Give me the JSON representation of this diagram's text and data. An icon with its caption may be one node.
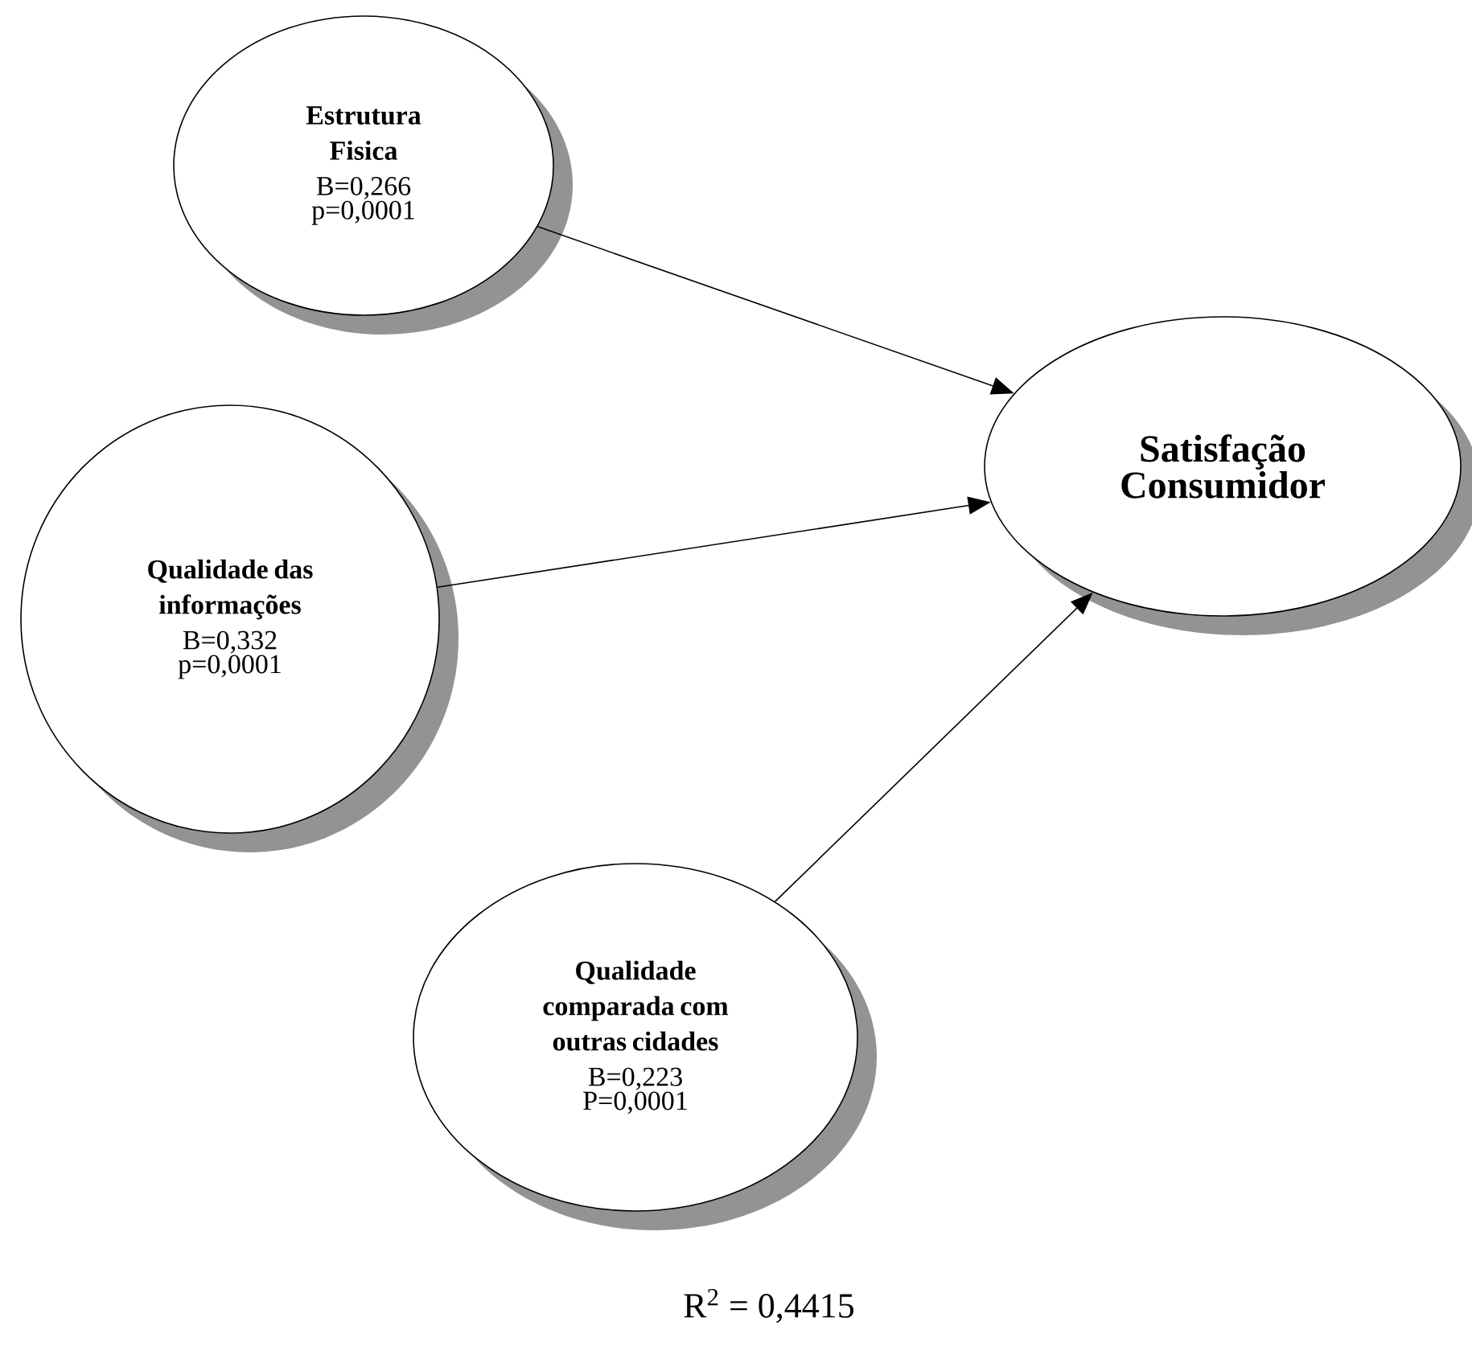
{
  "diagram": {
    "nodes": [
      {
        "text": [
          "Estrutura Fisica",
          "B=0,266",
          "p=0,0001"
        ]
      },
      {
        "text": [
          "Qualidade das informações",
          "B=0,332",
          "p=0,0001"
        ]
      },
      {
        "text": [
          "Qualidade comparada com outras cidades",
          "B=0,223",
          "P=0,0001"
        ]
      },
      {
        "text": [
          "Satisfação Consumidor"
        ]
      }
    ],
    "edges": [
      {
        "from": 0,
        "to": 3,
        "arrow": "to"
      },
      {
        "from": 1,
        "to": 3,
        "arrow": "to"
      },
      {
        "from": 2,
        "to": 3,
        "arrow": "to"
      }
    ],
    "labels": [
      "R$^{2}$ = 0,4415"
    ]
  }
}
